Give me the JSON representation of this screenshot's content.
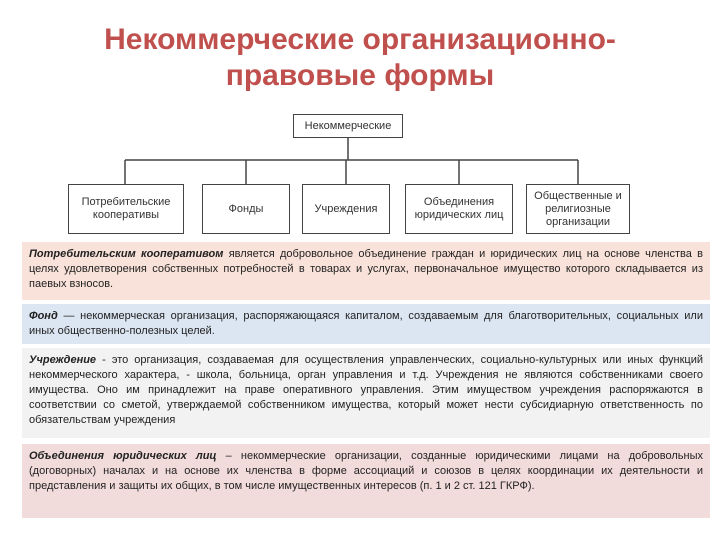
{
  "title": {
    "line1": "Некоммерческие организационно-",
    "line2": "правовые формы"
  },
  "diagram": {
    "root": "Некоммерческие",
    "children": [
      "Потребительские кооперативы",
      "Фонды",
      "Учреждения",
      "Объединения юридических лиц",
      "Общественные и религиозные организации"
    ]
  },
  "definitions": [
    {
      "term": "Потребительским кооперативом",
      "text": " является добровольное объединение граждан и юридических лиц на основе членства в целях удовлетворения собственных потребностей в товарах и услугах, первоначальное имущество которого складывается из паевых взносов.",
      "color": "#f9e2d9"
    },
    {
      "term": "Фонд",
      "text": " — некоммерческая организация, распоряжающаяся капиталом, создаваемым для благотворительных, социальных или иных общественно-полезных целей.",
      "color": "#dce6f2"
    },
    {
      "term": "Учреждение",
      "text": " - это организация, создаваемая для осуществления управленческих, социально-культурных или иных функций некоммерческого характера, - школа, больница, орган управления и т.д. Учреждения не являются собственниками своего имущества. Оно им принадлежит на праве оперативного управления. Этим имуществом учреждения распоряжаются в соответствии со сметой, утверждаемой собственником имущества, который может нести субсидиарную ответственность по обязательствам учреждения",
      "color": "#f2f2f2"
    },
    {
      "term": "Объединения юридических лиц",
      "text": " – некоммерческие организации, созданные юридическими лицами на добровольных (договорных) началах и на основе их членства в форме ассоциаций и союзов в целях координации их деятельности и представления и защиты их общих, в том числе имущественных интересов (п. 1 и 2 ст. 121 ГКРФ).",
      "color": "#f2dcdb"
    }
  ]
}
